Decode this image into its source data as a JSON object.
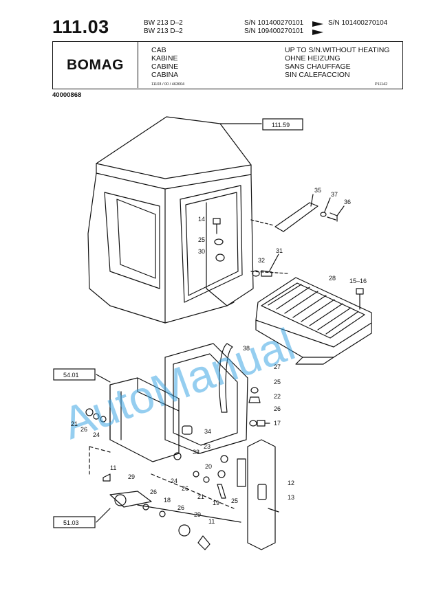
{
  "header": {
    "page_number": "111.03",
    "model_1": "BW 213 D–2",
    "model_2": "BW 213 D–2",
    "sn_from_1": "S/N 101400270101",
    "sn_to_1": "S/N 101400270104",
    "sn_from_2": "S/N 109400270101",
    "brand": "BOMAG",
    "titles": [
      "CAB",
      "KABINE",
      "CABINE",
      "CABINA"
    ],
    "descriptions": [
      "UP TO S/N.WITHOUT HEATING",
      "OHNE HEIZUNG",
      "SANS CHAUFFAGE",
      "SIN CALEFACCION"
    ],
    "ref_code": "11103 / 00 / 463004",
    "figure_code": "P11142",
    "doc_number": "40000868"
  },
  "watermark": "AutoManual",
  "references": {
    "ref_top": "111.59",
    "ref_left": "54.01",
    "ref_bottom": "51.03"
  },
  "callouts": {
    "c35": "35",
    "c37": "37",
    "c36": "36",
    "c14": "14",
    "c25a": "25",
    "c30": "30",
    "c32": "32",
    "c31": "31",
    "c28": "28",
    "c1516": "15–16",
    "c38": "38",
    "c27": "27",
    "c25b": "25",
    "c22": "22",
    "c26a": "26",
    "c17": "17",
    "c21a": "21",
    "c26b": "26",
    "c24a": "24",
    "c34": "34",
    "c23": "23",
    "c33": "33",
    "c20": "20",
    "c11a": "11",
    "c29a": "29",
    "c24b": "24",
    "c26c": "26",
    "c21b": "21",
    "c19": "19",
    "c25c": "25",
    "c12": "12",
    "c13": "13",
    "c26d": "26",
    "c18": "18",
    "c26e": "26",
    "c29b": "29",
    "c11b": "11"
  }
}
